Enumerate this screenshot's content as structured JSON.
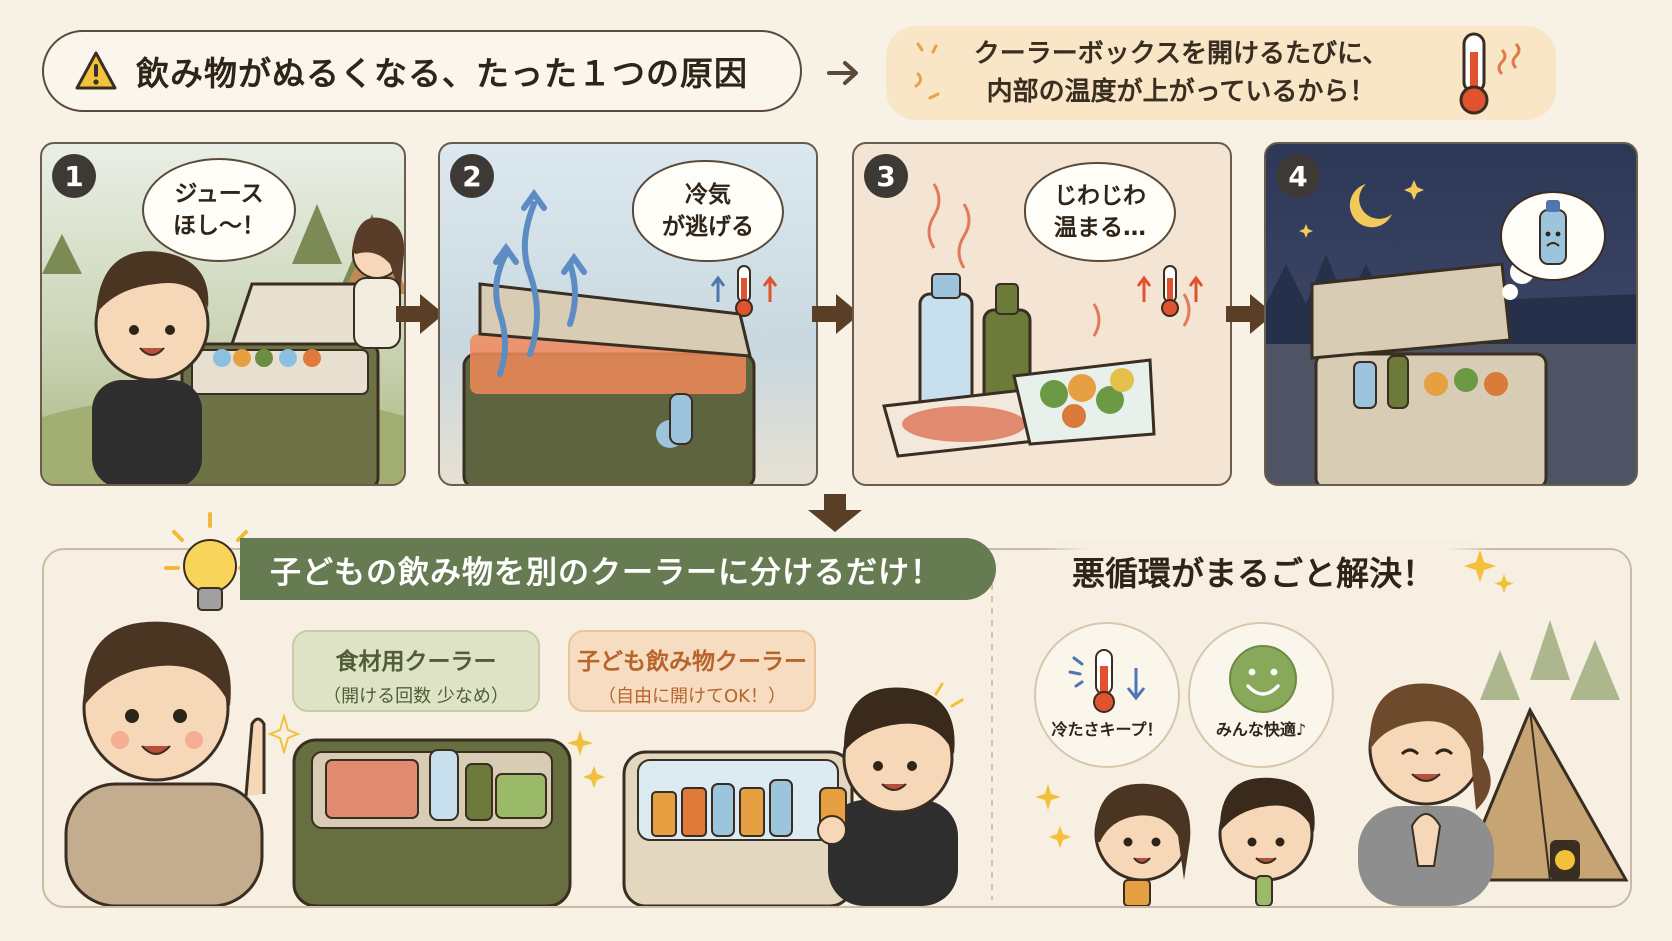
{
  "header": {
    "title": "飲み物がぬるくなる、たった１つの原因",
    "cause_line1": "クーラーボックスを開けるたびに、",
    "cause_line2": "内部の温度が上がっているから！"
  },
  "panels": [
    {
      "number": "1",
      "bubble_line1": "ジュース",
      "bubble_line2": "ほし〜！"
    },
    {
      "number": "2",
      "bubble_line1": "冷気",
      "bubble_line2": "が逃げる"
    },
    {
      "number": "3",
      "bubble_line1": "じわじわ",
      "bubble_line2": "温まる…"
    },
    {
      "number": "4"
    }
  ],
  "solution": {
    "banner": "子どもの飲み物を別のクーラーに分けるだけ！",
    "result": "悪循環がまるごと解決！",
    "food_cooler_title": "食材用クーラー",
    "food_cooler_note": "（開ける回数 少なめ）",
    "drink_cooler_title": "子ども飲み物クーラー",
    "drink_cooler_note": "（自由に開けてOK！）",
    "benefit1": "冷たさキープ！",
    "benefit2": "みんな快適♪"
  },
  "colors": {
    "background": "#f7f1e6",
    "banner_green": "#667b52",
    "cause_box": "#f8e6c6",
    "arrow_brown": "#5a3e26",
    "night_sky": "#2d3756"
  }
}
